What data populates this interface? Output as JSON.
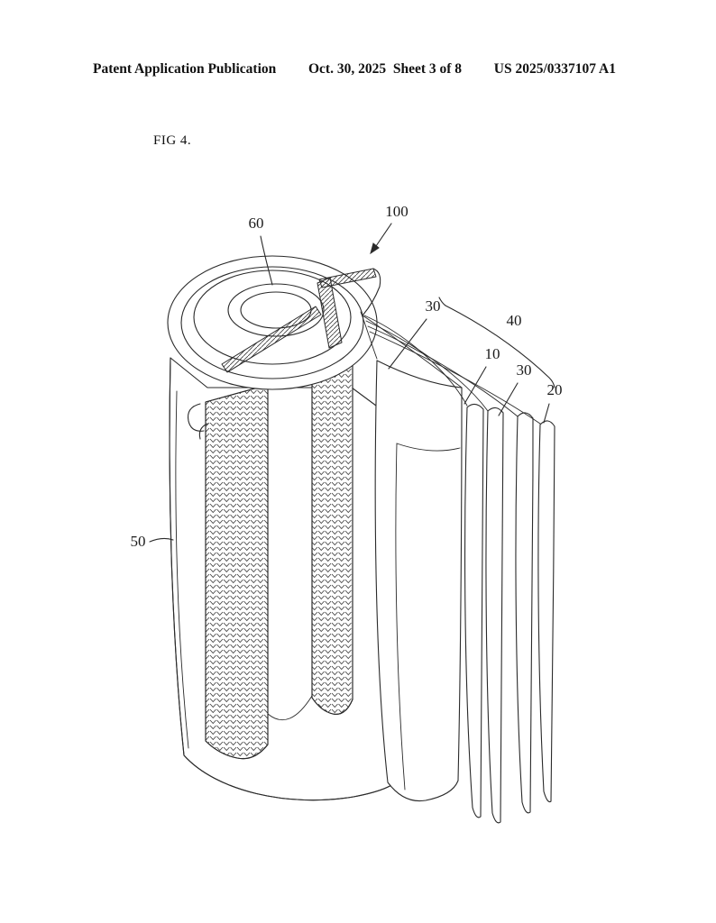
{
  "header": {
    "left": "Patent Application Publication",
    "center": "Oct. 30, 2025  Sheet 3 of 8",
    "right": "US 2025/0337107 A1"
  },
  "figure": {
    "caption": "FIG 4.",
    "ref_labels": {
      "n100": "100",
      "n60": "60",
      "n30_top": "30",
      "n40": "40",
      "n10": "10",
      "n30_mid": "30",
      "n20": "20",
      "n50": "50"
    }
  },
  "drawing": {
    "line_color": "#2a2a2a",
    "background": "#ffffff"
  }
}
